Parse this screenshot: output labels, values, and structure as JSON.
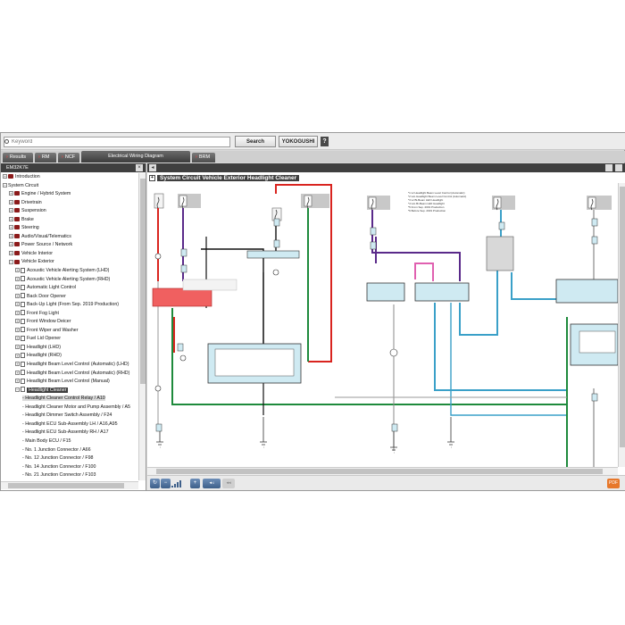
{
  "search": {
    "placeholder": "Keyword",
    "button_label": "Search",
    "brand_label": "YOKOGUSHI",
    "help_label": "?"
  },
  "tabs": [
    {
      "label": "Results"
    },
    {
      "label": "RM"
    },
    {
      "label": "NCF"
    },
    {
      "label": "Electrical Wiring Diagram"
    },
    {
      "label": "BRM"
    }
  ],
  "left_panel": {
    "title": "EM32K7E",
    "close_label": "×"
  },
  "tree": [
    {
      "label": "Introduction",
      "expander": "+",
      "icon": "book"
    },
    {
      "label": "System Circuit",
      "expander": "−",
      "icon": "none"
    },
    {
      "label": "Engine / Hybrid System",
      "expander": "+",
      "icon": "book"
    },
    {
      "label": "Drivetrain",
      "expander": "+",
      "icon": "book"
    },
    {
      "label": "Suspension",
      "expander": "+",
      "icon": "book"
    },
    {
      "label": "Brake",
      "expander": "+",
      "icon": "book"
    },
    {
      "label": "Steering",
      "expander": "+",
      "icon": "book"
    },
    {
      "label": "Audio/Visual/Telematics",
      "expander": "+",
      "icon": "book"
    },
    {
      "label": "Power Source / Network",
      "expander": "+",
      "icon": "book"
    },
    {
      "label": "Vehicle Interior",
      "expander": "+",
      "icon": "book"
    },
    {
      "label": "Vehicle Exterior",
      "expander": "−",
      "icon": "book"
    },
    {
      "label": "Acoustic Vehicle Alerting System (LHD)",
      "expander": "+",
      "icon": "doc"
    },
    {
      "label": "Acoustic Vehicle Alerting System (RHD)",
      "expander": "+",
      "icon": "doc"
    },
    {
      "label": "Automatic Light Control",
      "expander": "+",
      "icon": "doc"
    },
    {
      "label": "Back Door Opener",
      "expander": "+",
      "icon": "doc"
    },
    {
      "label": "Back-Up Light (From Sep. 2019 Production)",
      "expander": "+",
      "icon": "doc"
    },
    {
      "label": "Front Fog Light",
      "expander": "+",
      "icon": "doc"
    },
    {
      "label": "Front Window Deicer",
      "expander": "+",
      "icon": "doc"
    },
    {
      "label": "Front Wiper and Washer",
      "expander": "+",
      "icon": "doc"
    },
    {
      "label": "Fuel Lid Opener",
      "expander": "+",
      "icon": "doc"
    },
    {
      "label": "Headlight (LHD)",
      "expander": "+",
      "icon": "doc"
    },
    {
      "label": "Headlight (RHD)",
      "expander": "+",
      "icon": "doc"
    },
    {
      "label": "Headlight Beam Level Control (Automatic) (LHD)",
      "expander": "+",
      "icon": "doc"
    },
    {
      "label": "Headlight Beam Level Control (Automatic) (RHD)",
      "expander": "+",
      "icon": "doc"
    },
    {
      "label": "Headlight Beam Level Control (Manual)",
      "expander": "+",
      "icon": "doc"
    },
    {
      "label": "Headlight Cleaner",
      "expander": "−",
      "icon": "doc",
      "state": "sel"
    },
    {
      "label": "- Headlight Cleaner Control Relay / A10",
      "expander": "",
      "icon": "none",
      "state": "cur"
    },
    {
      "label": "- Headlight Cleaner Motor and Pump Assembly / A5",
      "expander": "",
      "icon": "none"
    },
    {
      "label": "- Headlight Dimmer Switch Assembly / F24",
      "expander": "",
      "icon": "none"
    },
    {
      "label": "- Headlight ECU Sub-Assembly LH / A16,A95",
      "expander": "",
      "icon": "none"
    },
    {
      "label": "- Headlight ECU Sub-Assembly RH / A17",
      "expander": "",
      "icon": "none"
    },
    {
      "label": "- Main Body ECU / F15",
      "expander": "",
      "icon": "none"
    },
    {
      "label": "- No. 1 Junction Connector / A66",
      "expander": "",
      "icon": "none"
    },
    {
      "label": "- No. 12 Junction Connector / F98",
      "expander": "",
      "icon": "none"
    },
    {
      "label": "- No. 14 Junction Connector / F100",
      "expander": "",
      "icon": "none"
    },
    {
      "label": "- No. 21 Junction Connector / F103",
      "expander": "",
      "icon": "none"
    }
  ],
  "diagram": {
    "title": "System Circuit  Vehicle Exterior  Headlight Cleaner",
    "expand_label": "+",
    "colors": {
      "red": "#d9241f",
      "green": "#1e8a3c",
      "purple": "#5a2a8a",
      "cyan": "#3aa0c8",
      "pink": "#e060b0",
      "black": "#111111",
      "box_fill": "#cfeaf2",
      "relay_fill": "#f06060"
    }
  },
  "toolbar": {
    "fit_label": "◂◃",
    "prev_label": "◂◂",
    "export_label": "PDF",
    "zoom_in": "+",
    "zoom_out": "−",
    "reset": "↻"
  }
}
